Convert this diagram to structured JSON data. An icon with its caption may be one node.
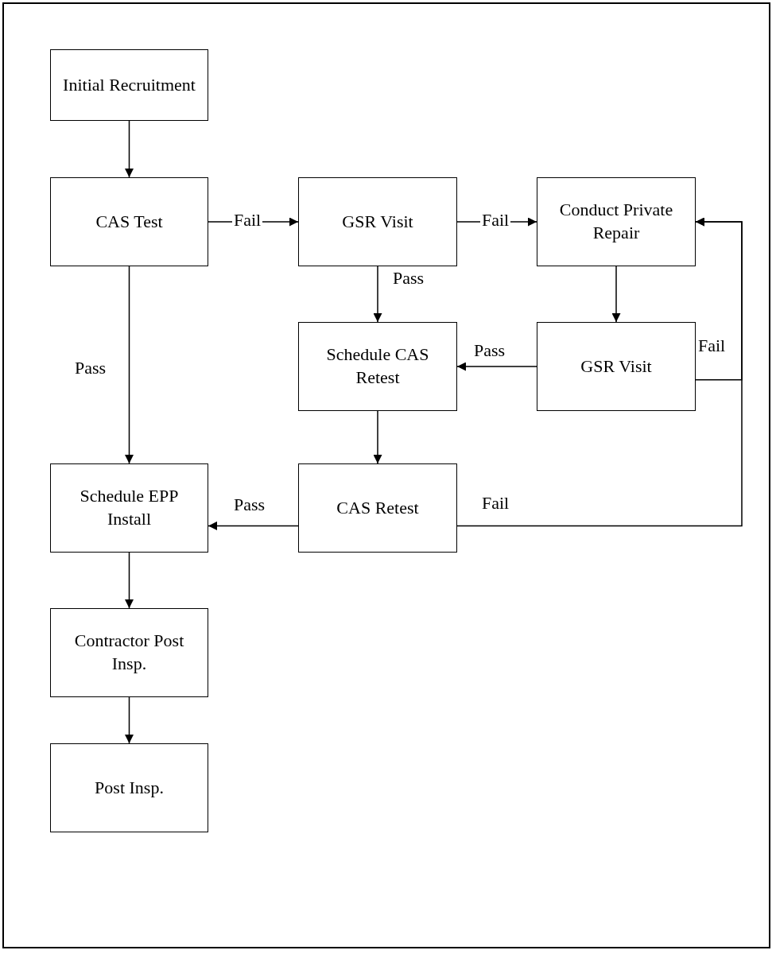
{
  "diagram": {
    "nodes": [
      {
        "text": [
          "Initial Recruitment"
        ]
      },
      {
        "text": [
          "CAS Test"
        ]
      },
      {
        "text": [
          "GSR Visit"
        ]
      },
      {
        "text": [
          "Conduct Private Repair"
        ]
      },
      {
        "text": [
          "Schedule CAS Retest"
        ]
      },
      {
        "text": [
          "GSR Visit"
        ]
      },
      {
        "text": [
          "Schedule EPP Install"
        ]
      },
      {
        "text": [
          "CAS Retest"
        ]
      },
      {
        "text": [
          "Contractor Post Insp."
        ]
      },
      {
        "text": [
          "Post Insp."
        ]
      }
    ],
    "edges": [
      {
        "from": 0,
        "to": 1,
        "arrow": "to"
      },
      {
        "from": 1,
        "to": 2,
        "arrow": "to",
        "label": "Fail"
      },
      {
        "from": 2,
        "to": 3,
        "arrow": "to",
        "label": "Fail"
      },
      {
        "from": 2,
        "to": 4,
        "arrow": "to",
        "label": "Pass"
      },
      {
        "from": 3,
        "to": 5,
        "arrow": "to"
      },
      {
        "from": 5,
        "to": 4,
        "arrow": "to",
        "label": "Pass"
      },
      {
        "from": 5,
        "to": 3,
        "arrow": "to",
        "label": "Fail"
      },
      {
        "from": 4,
        "to": 7,
        "arrow": "to"
      },
      {
        "from": 7,
        "to": 6,
        "arrow": "to",
        "label": "Pass"
      },
      {
        "from": 7,
        "to": 3,
        "arrow": "to",
        "label": "Fail"
      },
      {
        "from": 1,
        "to": 6,
        "arrow": "to",
        "label": "Pass"
      },
      {
        "from": 6,
        "to": 8,
        "arrow": "to"
      },
      {
        "from": 8,
        "to": 9,
        "arrow": "to"
      }
    ]
  }
}
